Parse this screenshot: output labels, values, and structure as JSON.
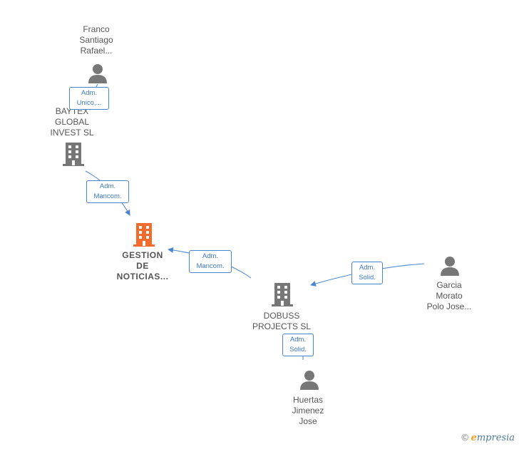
{
  "colors": {
    "edge": "#4a86d0",
    "person_icon": "#777777",
    "company_icon": "#777777",
    "main_company_icon": "#f26b2d"
  },
  "nodes": {
    "franco": {
      "lines": [
        "Franco",
        "Santiago",
        "Rafael..."
      ],
      "icon": "person-icon"
    },
    "baytex": {
      "lines": [
        "BAYTEX",
        "GLOBAL",
        "INVEST  SL"
      ],
      "icon": "building-icon"
    },
    "gestion": {
      "lines": [
        "GESTION",
        "DE",
        "NOTICIAS..."
      ],
      "icon": "building-icon"
    },
    "dobuss": {
      "lines": [
        "DOBUSS",
        "PROJECTS  SL"
      ],
      "icon": "building-icon"
    },
    "garcia": {
      "lines": [
        "Garcia",
        "Morato",
        "Polo Jose..."
      ],
      "icon": "person-icon"
    },
    "huertas": {
      "lines": [
        "Huertas",
        "Jimenez",
        "Jose"
      ],
      "icon": "person-icon"
    }
  },
  "edges": {
    "franco_baytex": {
      "lines": [
        "Adm.",
        "Unico,..."
      ]
    },
    "baytex_gestion": {
      "lines": [
        "Adm.",
        "Mancom."
      ]
    },
    "dobuss_gestion": {
      "lines": [
        "Adm.",
        "Mancom."
      ]
    },
    "garcia_dobuss": {
      "lines": [
        "Adm.",
        "Solid."
      ]
    },
    "huertas_dobuss": {
      "lines": [
        "Adm.",
        "Solid."
      ]
    }
  },
  "footer": {
    "copyright": "©",
    "brand_initial": "e",
    "brand_rest": "mpresia"
  }
}
